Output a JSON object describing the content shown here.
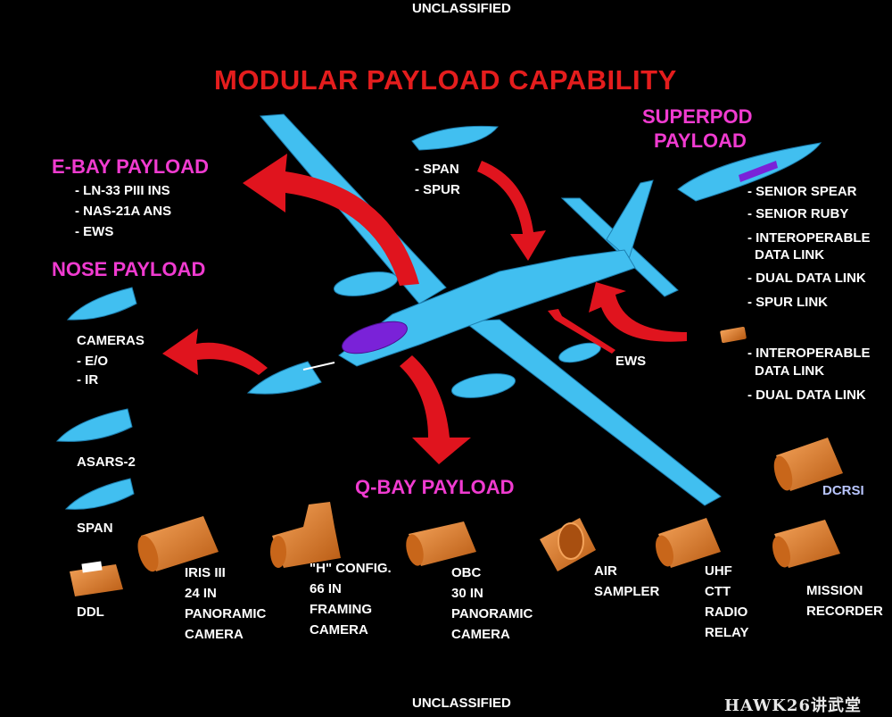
{
  "header": {
    "classification_top": "UNCLASSIFIED",
    "title": "MODULAR PAYLOAD CAPABILITY"
  },
  "footer": {
    "classification_bottom": "UNCLASSIFIED",
    "watermark": "HAWK26讲武堂"
  },
  "ebay": {
    "heading": "E-BAY PAYLOAD",
    "items": [
      "- LN-33 PIII INS",
      "- NAS-21A ANS",
      "- EWS"
    ]
  },
  "nose": {
    "heading": "NOSE PAYLOAD",
    "cameras": "CAMERAS",
    "cam_items": [
      "- E/O",
      "- IR"
    ],
    "asars": "ASARS-2",
    "span": "SPAN",
    "ddl": "DDL"
  },
  "top_pod": {
    "items": [
      "- SPAN",
      "- SPUR"
    ]
  },
  "superpod": {
    "heading_line1": "SUPERPOD",
    "heading_line2": "PAYLOAD",
    "items": [
      "- SENIOR SPEAR",
      "- SENIOR RUBY",
      "- INTEROPERABLE",
      "DATA LINK",
      "- DUAL DATA LINK",
      "- SPUR LINK"
    ]
  },
  "tail": {
    "items": [
      "- INTEROPERABLE",
      "DATA LINK",
      "- DUAL DATA LINK"
    ],
    "ews": "EWS"
  },
  "qbay": {
    "heading": "Q-BAY PAYLOAD",
    "iris": [
      "IRIS III",
      "24 IN",
      "PANORAMIC",
      "CAMERA"
    ],
    "hconfig": [
      "\"H\" CONFIG.",
      "66 IN",
      "FRAMING",
      "CAMERA"
    ],
    "obc": [
      "OBC",
      "30 IN",
      "PANORAMIC",
      "CAMERA"
    ],
    "air": [
      "AIR",
      "SAMPLER"
    ],
    "uhf": [
      "UHF",
      "CTT",
      "RADIO",
      "RELAY"
    ],
    "mission": [
      "MISSION",
      "RECORDER"
    ],
    "dcrsi": "DCRSI"
  },
  "colors": {
    "aircraft": "#41bff0",
    "arrow": "#e0141e",
    "heading": "#f03bd0",
    "title": "#e41d1d",
    "equipment": "#e8852a",
    "cockpit": "#7a22d8"
  }
}
